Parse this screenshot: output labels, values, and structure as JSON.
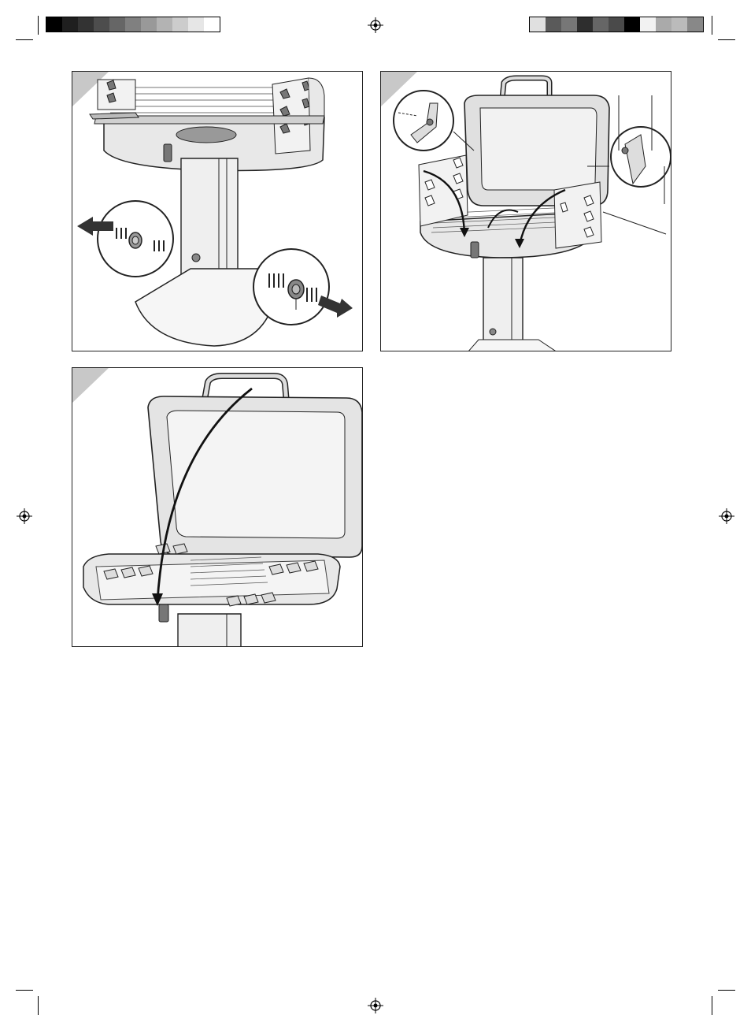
{
  "print_marks": {
    "left_swatches": [
      "#000000",
      "#1a1a1a",
      "#333333",
      "#4d4d4d",
      "#666666",
      "#808080",
      "#999999",
      "#b3b3b3",
      "#cccccc",
      "#e6e6e6",
      "#ffffff"
    ],
    "right_swatches": [
      "#e0e0e0",
      "#555555",
      "#777777",
      "#333333",
      "#666666",
      "#4a4a4a",
      "#000000",
      "#f2f2f2",
      "#aaaaaa",
      "#bbbbbb",
      "#888888"
    ]
  },
  "panels": [
    {
      "id": "step-remove-side-knobs",
      "icon": "arrow-out-icon"
    },
    {
      "id": "step-fold-side-walls",
      "icon": "arrow-curve-icon"
    },
    {
      "id": "step-close-lid",
      "icon": "arrow-curve-icon"
    }
  ]
}
